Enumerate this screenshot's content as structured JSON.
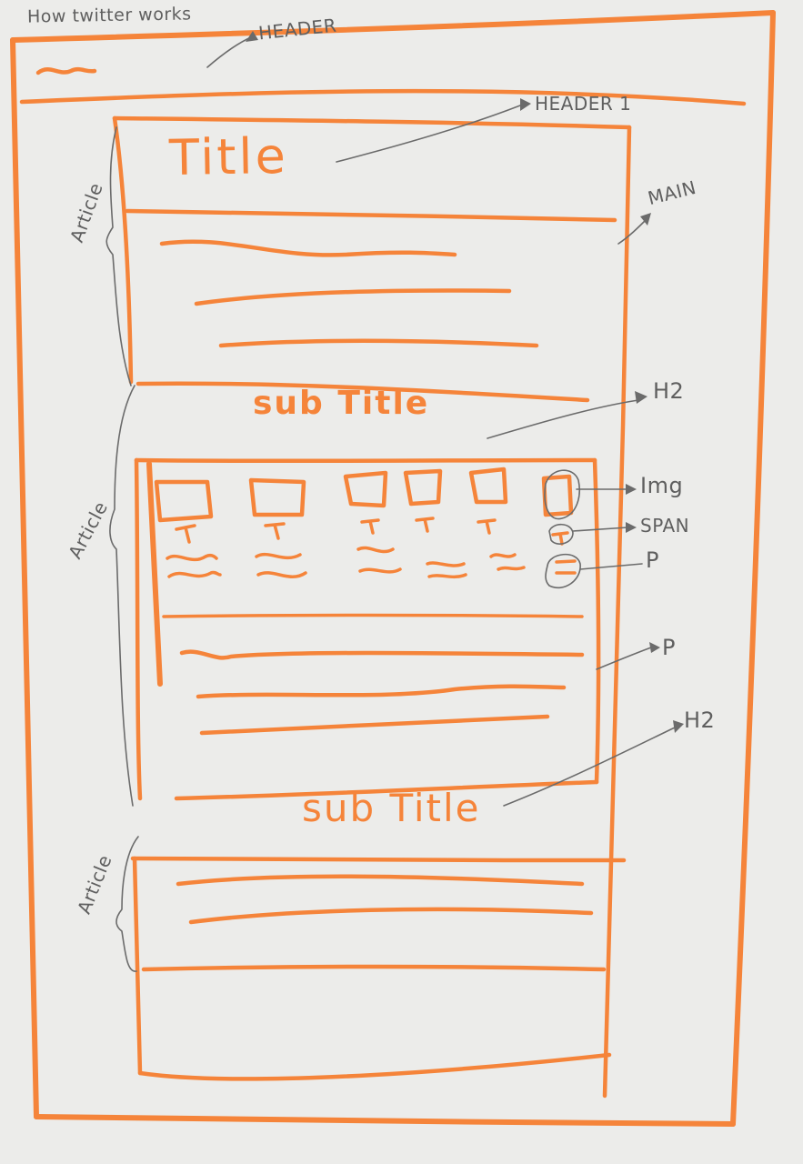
{
  "page_title": "How twitter works",
  "annotations": {
    "header": "HEADER",
    "header1": "HEADER 1",
    "main": "MAIN",
    "h2_first": "H2",
    "img": "Img",
    "span": "SPAN",
    "p_item": "P",
    "p_text": "P",
    "h2_second": "H2",
    "article_1": "Article",
    "article_2": "Article",
    "article_3": "Article"
  },
  "content": {
    "title": "Title",
    "subtitle_1": "sub Title",
    "subtitle_2": "sub Title"
  },
  "colors": {
    "marker": "#f5843a",
    "pencil": "#6b6b6b",
    "paper": "#ececea"
  }
}
